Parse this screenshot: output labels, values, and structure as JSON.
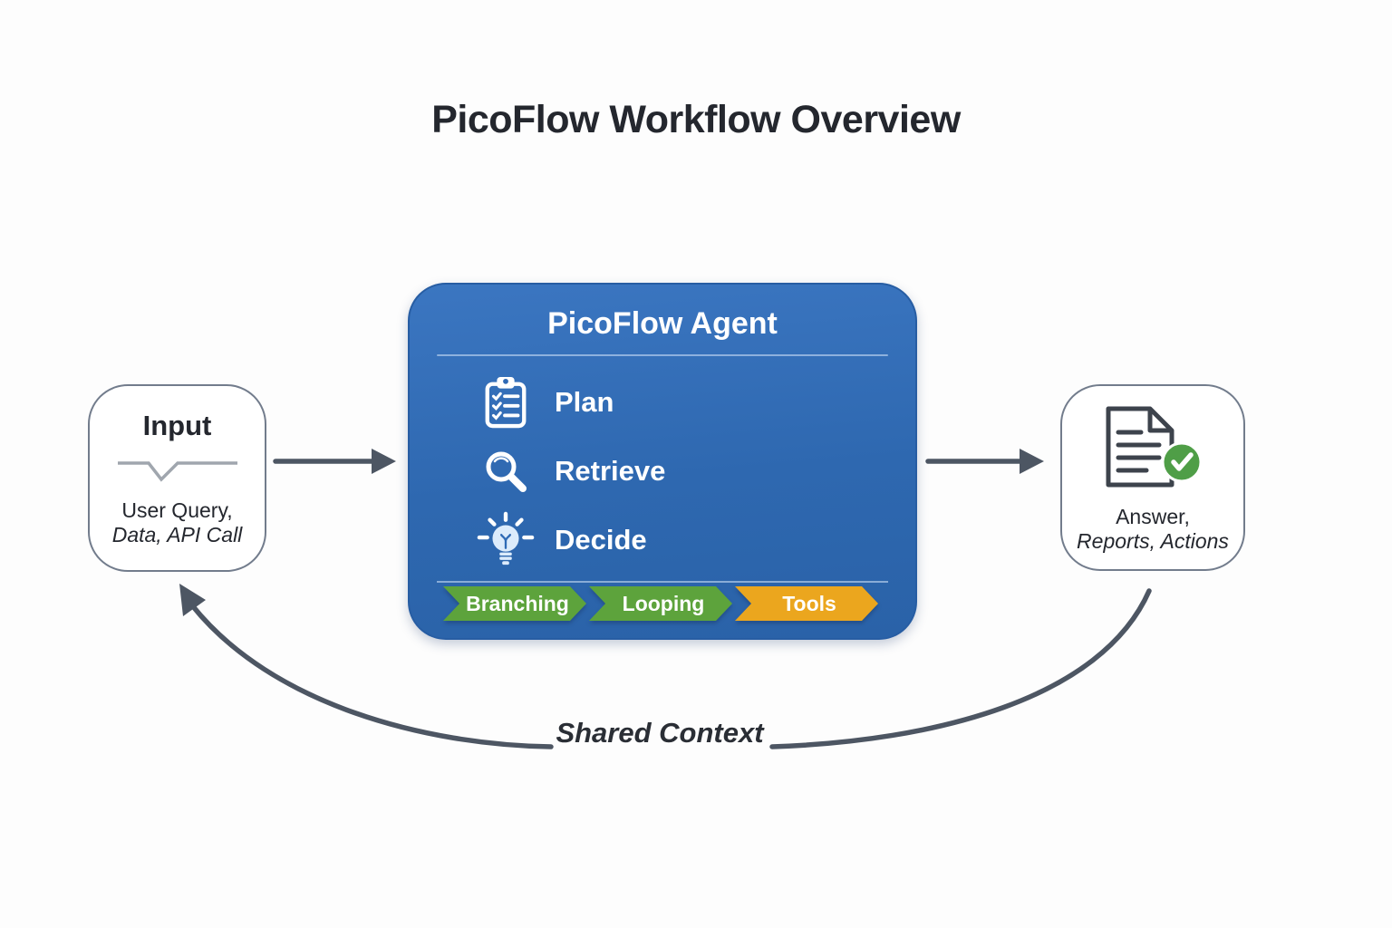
{
  "title": "PicoFlow Workflow Overview",
  "nodes": {
    "input": {
      "title": "Input",
      "line1": "User Query,",
      "line2": "Data, API Call"
    },
    "output": {
      "line1": "Answer,",
      "line2": "Reports, Actions"
    }
  },
  "agent": {
    "title": "PicoFlow Agent",
    "items": [
      {
        "label": "Plan",
        "icon": "clipboard-checklist-icon"
      },
      {
        "label": "Retrieve",
        "icon": "magnifier-icon"
      },
      {
        "label": "Decide",
        "icon": "lightbulb-icon"
      }
    ],
    "badges": [
      {
        "label": "Branching",
        "color": "#5da33c"
      },
      {
        "label": "Looping",
        "color": "#5da33c"
      },
      {
        "label": "Tools",
        "color": "#eba61e"
      }
    ]
  },
  "loop": {
    "label": "Shared Context"
  },
  "colors": {
    "agent_blue": "#2f6ab5",
    "arrow": "#4d5663",
    "node_border": "#727c8c",
    "check_green": "#4f9e47",
    "badge_green": "#5da33c",
    "badge_orange": "#eba61e"
  }
}
